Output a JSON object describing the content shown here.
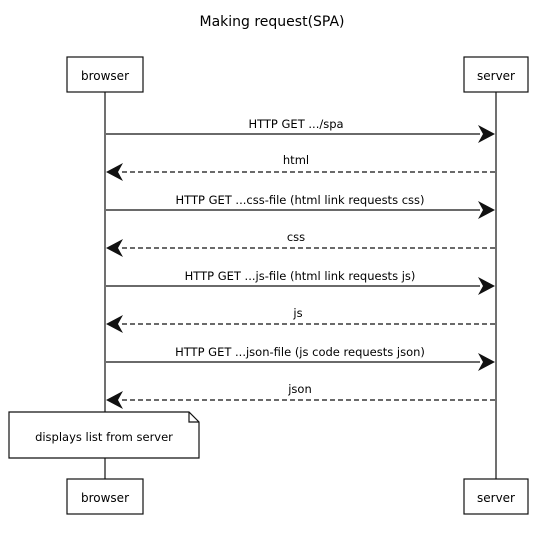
{
  "title": "Making request(SPA)",
  "participants": [
    {
      "id": "browser",
      "label": "browser"
    },
    {
      "id": "server",
      "label": "server"
    }
  ],
  "messages": [
    {
      "from": "browser",
      "to": "server",
      "label": "HTTP GET .../spa",
      "style": "solid"
    },
    {
      "from": "server",
      "to": "browser",
      "label": "html",
      "style": "dashed"
    },
    {
      "from": "browser",
      "to": "server",
      "label": "HTTP GET ...css-file (html link requests css)",
      "style": "solid"
    },
    {
      "from": "server",
      "to": "browser",
      "label": "css",
      "style": "dashed"
    },
    {
      "from": "browser",
      "to": "server",
      "label": "HTTP GET ...js-file (html link requests js)",
      "style": "solid"
    },
    {
      "from": "server",
      "to": "browser",
      "label": "js",
      "style": "dashed"
    },
    {
      "from": "browser",
      "to": "server",
      "label": "HTTP GET ...json-file (js code requests json)",
      "style": "solid"
    },
    {
      "from": "server",
      "to": "browser",
      "label": "json",
      "style": "dashed"
    }
  ],
  "note": {
    "over": "browser",
    "text": "displays list from server"
  },
  "colors": {
    "stroke": "#111111",
    "background": "#ffffff"
  }
}
